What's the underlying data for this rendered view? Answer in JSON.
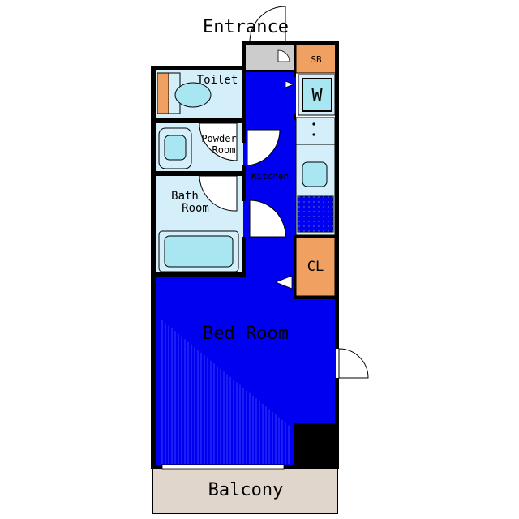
{
  "labels": {
    "entrance": "Entrance",
    "shoe_box": "SB",
    "toilet": "Toilet",
    "washer": "W",
    "powder_room_1": "Powder",
    "powder_room_2": "Room",
    "kitchen": "Kitchen",
    "bath_room_1": "Bath",
    "bath_room_2": "Room",
    "closet": "CL",
    "bed_room": "Bed Room",
    "balcony": "Balcony"
  },
  "colors": {
    "main_room": "#0000f0",
    "wet_area": "#d4eefa",
    "fixture": "#a8e6f2",
    "storage": "#f0a060",
    "balcony": "#e0d6cc",
    "entrance_floor": "#cccccc",
    "wall": "#000000"
  }
}
